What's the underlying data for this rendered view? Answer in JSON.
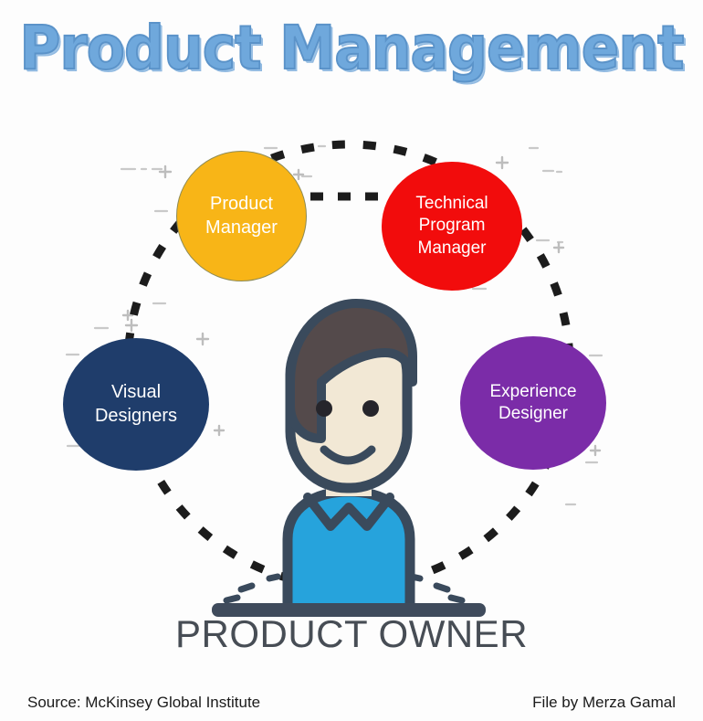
{
  "page": {
    "title": "Product Management",
    "background_color": "#fdfdfd",
    "title_color": "#6fa8dc"
  },
  "diagram": {
    "type": "hub-and-spoke",
    "center": {
      "label": "PRODUCT OWNER",
      "illustration": "person-avatar-icon",
      "label_color": "#474D55",
      "skin_color": "#F2E8D5",
      "hair_color": "#544A4B",
      "shirt_color": "#26A3DC",
      "outline_color": "#3A4A5C"
    },
    "connector": {
      "style": "dashed",
      "color": "#222222",
      "shape": "circle-around-center"
    },
    "roles": [
      {
        "id": "product-manager",
        "lines": [
          "Product",
          "Manager"
        ],
        "color": "#F8B517",
        "text_color": "#FFFFFF",
        "position": "top-left"
      },
      {
        "id": "technical-program-manager",
        "lines": [
          "Technical",
          "Program",
          "Manager"
        ],
        "color": "#F20C0C",
        "text_color": "#FFFFFF",
        "position": "top-right"
      },
      {
        "id": "visual-designers",
        "lines": [
          "Visual",
          "Designers"
        ],
        "color": "#1F3D6B",
        "text_color": "#FFFFFF",
        "position": "left"
      },
      {
        "id": "experience-designer",
        "lines": [
          "Experience",
          "Designer"
        ],
        "color": "#7B2CA8",
        "text_color": "#FFFFFF",
        "position": "right"
      }
    ]
  },
  "footer": {
    "source": "Source: McKinsey Global Institute",
    "credit": "File by Merza Gamal"
  }
}
